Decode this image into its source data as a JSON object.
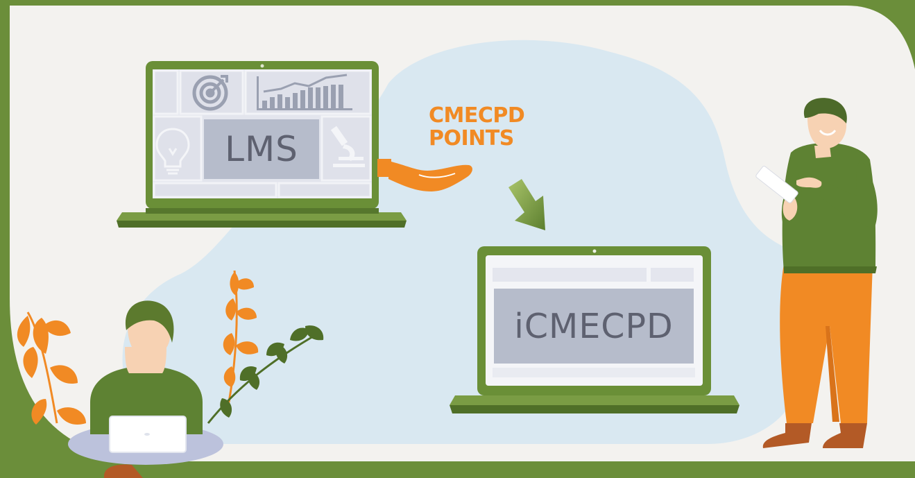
{
  "lms_screen": {
    "label": "LMS"
  },
  "transfer": {
    "line1": "CMECPD",
    "line2": "POINTS"
  },
  "icme_screen": {
    "label": "iCMECPD"
  },
  "colors": {
    "frame_green": "#6b8e3a",
    "canvas": "#f3f2ef",
    "blob": "#d9e8f1",
    "laptop_green": "#6a8f37",
    "screen_panel": "#b6bccb",
    "screen_tile": "#e4e6ee",
    "accent_orange": "#f18a24",
    "shirt_green": "#5e8233"
  },
  "icons": [
    "target-icon",
    "bar-chart-icon",
    "lightbulb-icon",
    "microscope-icon",
    "arrow-down-right-icon"
  ]
}
